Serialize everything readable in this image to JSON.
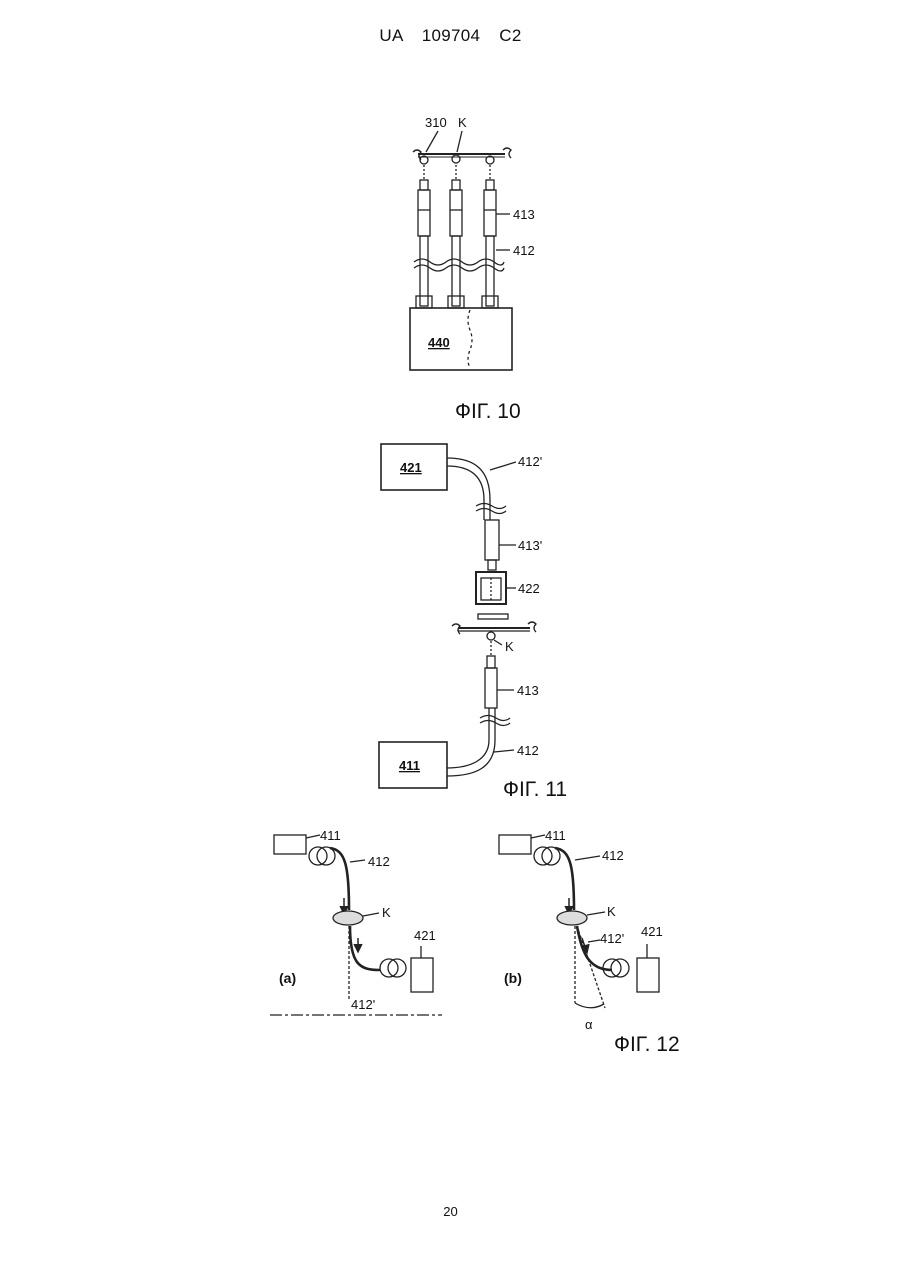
{
  "document": {
    "header": "UA 109704 C2",
    "page_number": "20"
  },
  "fig10": {
    "caption": "ФІГ. 10",
    "label_310": "310",
    "label_k": "K",
    "label_413": "413",
    "label_412": "412",
    "box_440": "440"
  },
  "fig11": {
    "caption": "ФІГ. 11",
    "box_421": "421",
    "box_411": "411",
    "label_412p": "412'",
    "label_413p": "413'",
    "label_422": "422",
    "label_k": "K",
    "label_413": "413",
    "label_412": "412"
  },
  "fig12": {
    "caption": "ФІГ. 12",
    "a": {
      "sub_label": "(a)",
      "label_411": "411",
      "label_412": "412",
      "label_k": "K",
      "label_421": "421",
      "label_412p": "412'"
    },
    "b": {
      "sub_label": "(b)",
      "label_411": "411",
      "label_412": "412",
      "label_k": "K",
      "label_412p": "412'",
      "label_421": "421",
      "label_alpha": "α"
    }
  }
}
